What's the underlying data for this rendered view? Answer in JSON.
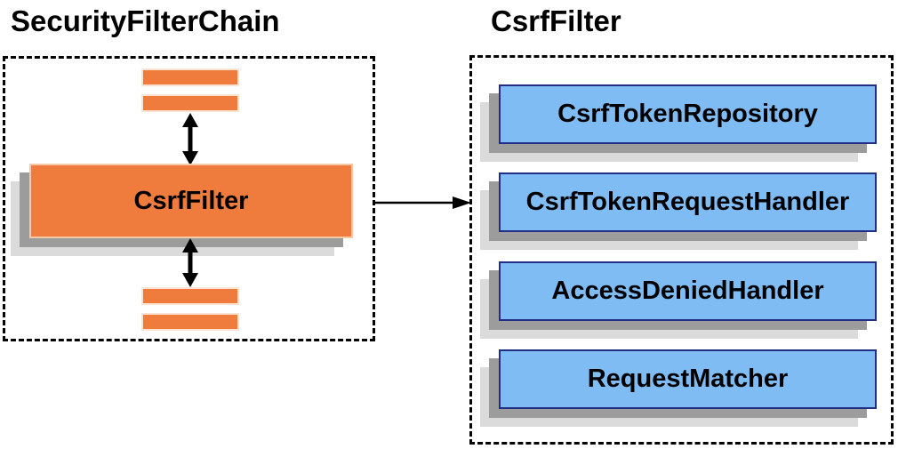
{
  "left_panel": {
    "title": "SecurityFilterChain",
    "filter_label": "CsrfFilter"
  },
  "right_panel": {
    "title": "CsrfFilter",
    "components": [
      "CsrfTokenRepository",
      "CsrfTokenRequestHandler",
      "AccessDeniedHandler",
      "RequestMatcher"
    ]
  },
  "icons": {
    "chain_flow": "double-headed-vertical-arrow",
    "delegation": "right-arrow"
  },
  "colors": {
    "orange_fill": "#EF7B3C",
    "orange_light_border": "#FBE3D3",
    "blue_fill": "#7FBCF4",
    "blue_border": "#202E86",
    "shadow_dark": "#9C9C9C",
    "shadow_light": "#DBDBDB",
    "dashed_border": "#000000",
    "arrow": "#000000",
    "text": "#000000"
  }
}
